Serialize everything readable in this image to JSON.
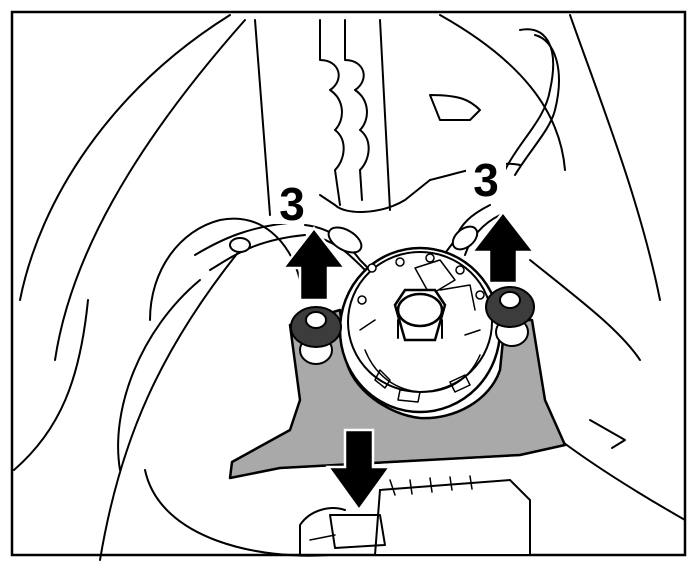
{
  "diagram": {
    "callouts": [
      {
        "id": "left",
        "label": "3"
      },
      {
        "id": "right",
        "label": "3"
      }
    ],
    "colors": {
      "line": "#000000",
      "background": "#ffffff",
      "bracket_fill": "#a9a9a9",
      "nut_fill": "#3c3c3c"
    }
  }
}
